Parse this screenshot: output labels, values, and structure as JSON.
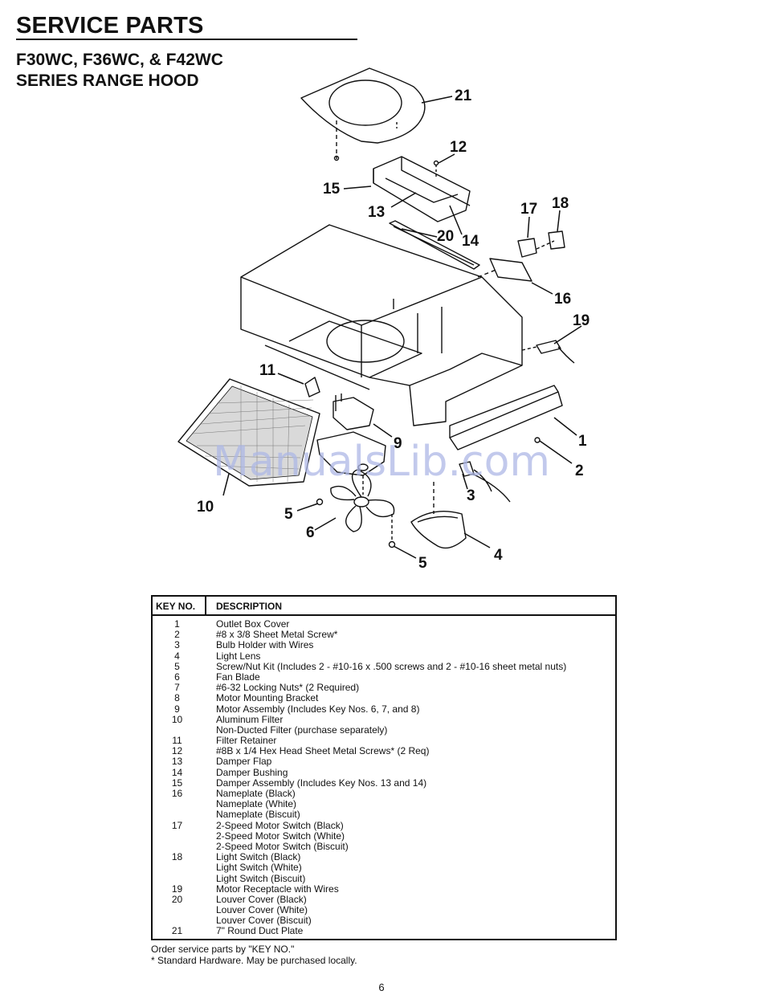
{
  "header": {
    "title": "SERVICE PARTS",
    "subtitle_line1": "F30WC, F36WC, & F42WC",
    "subtitle_line2": "SERIES RANGE HOOD"
  },
  "diagram": {
    "callouts": [
      "21",
      "12",
      "15",
      "13",
      "20",
      "14",
      "17",
      "18",
      "16",
      "19",
      "11",
      "9",
      "1",
      "2",
      "3",
      "10",
      "5",
      "6",
      "4",
      "5"
    ],
    "watermark": "ManualsLib.com"
  },
  "table": {
    "col_key": "KEY NO.",
    "col_desc": "DESCRIPTION",
    "rows": [
      {
        "key": "1",
        "desc": "Outlet Box Cover"
      },
      {
        "key": "2",
        "desc": "#8 x 3/8 Sheet Metal Screw*"
      },
      {
        "key": "3",
        "desc": "Bulb Holder with Wires"
      },
      {
        "key": "4",
        "desc": "Light Lens"
      },
      {
        "key": "5",
        "desc": "Screw/Nut Kit (Includes 2 - #10-16 x .500 screws and  2 - #10-16 sheet metal nuts)"
      },
      {
        "key": "6",
        "desc": "Fan Blade"
      },
      {
        "key": "7",
        "desc": "#6-32 Locking Nuts*  (2 Required)"
      },
      {
        "key": "8",
        "desc": "Motor Mounting Bracket"
      },
      {
        "key": "9",
        "desc": "Motor Assembly (Includes Key Nos. 6, 7, and 8)"
      },
      {
        "key": "10",
        "desc": "Aluminum Filter"
      },
      {
        "key": "",
        "desc": "Non-Ducted Filter (purchase separately)"
      },
      {
        "key": "11",
        "desc": "Filter Retainer"
      },
      {
        "key": "12",
        "desc": "#8B x 1/4 Hex Head Sheet Metal Screws* (2 Req)"
      },
      {
        "key": "13",
        "desc": "Damper Flap"
      },
      {
        "key": "14",
        "desc": "Damper Bushing"
      },
      {
        "key": "15",
        "desc": "Damper Assembly (Includes Key Nos. 13 and 14)"
      },
      {
        "key": "16",
        "desc": "Nameplate (Black)"
      },
      {
        "key": "",
        "desc": "Nameplate (White)"
      },
      {
        "key": "",
        "desc": "Nameplate (Biscuit)"
      },
      {
        "key": "17",
        "desc": "2-Speed Motor Switch (Black)"
      },
      {
        "key": "",
        "desc": "2-Speed Motor Switch (White)"
      },
      {
        "key": "",
        "desc": "2-Speed Motor Switch (Biscuit)"
      },
      {
        "key": "18",
        "desc": "Light Switch (Black)"
      },
      {
        "key": "",
        "desc": "Light Switch (White)"
      },
      {
        "key": "",
        "desc": "Light Switch (Biscuit)"
      },
      {
        "key": "19",
        "desc": "Motor Receptacle with Wires"
      },
      {
        "key": "20",
        "desc": "Louver Cover (Black)"
      },
      {
        "key": "",
        "desc": "Louver Cover (White)"
      },
      {
        "key": "",
        "desc": "Louver Cover (Biscuit)"
      },
      {
        "key": "21",
        "desc": "7\" Round Duct Plate"
      }
    ]
  },
  "footer": {
    "note1": "Order service parts by \"KEY NO.\"",
    "note2": "* Standard Hardware. May be purchased locally.",
    "page_number": "6"
  },
  "colors": {
    "ink": "#111111",
    "watermark": "#aeb8e6"
  }
}
